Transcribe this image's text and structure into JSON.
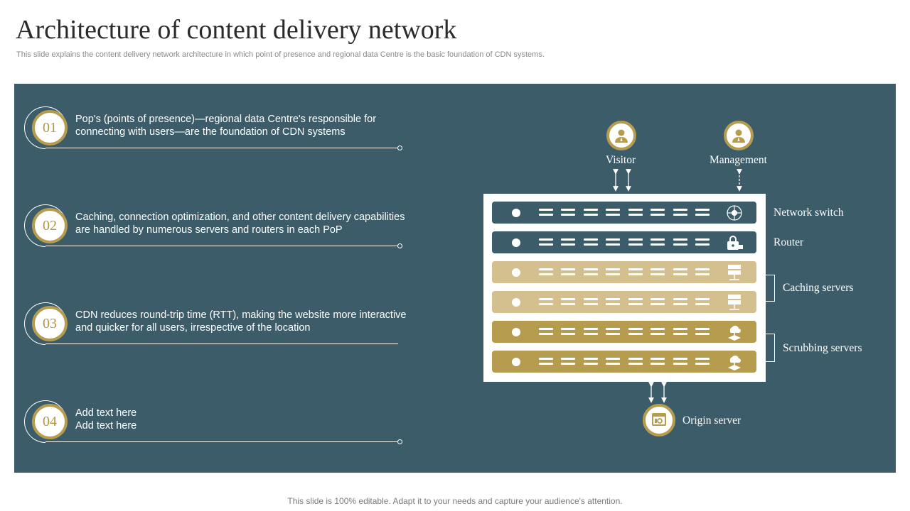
{
  "slide": {
    "title": "Architecture of content delivery network",
    "subtitle": "This slide explains the content delivery network architecture in which point of presence and regional data Centre is the basic foundation of CDN systems.",
    "footer": "This slide is 100% editable. Adapt it to your needs and capture your audience's attention."
  },
  "steps": [
    {
      "number": "01",
      "text": "Pop's (points of presence)—regional data Centre's responsible for connecting with users—are the foundation of CDN systems"
    },
    {
      "number": "02",
      "text": "Caching, connection optimization, and other content delivery capabilities are handled by numerous servers and routers in each PoP"
    },
    {
      "number": "03",
      "text": "CDN reduces round-trip time (RTT), making the website more interactive and quicker for all users, irrespective of the location"
    },
    {
      "number": "04",
      "text": "Add text here\nAdd text here"
    }
  ],
  "diagram": {
    "visitor_label": "Visitor",
    "management_label": "Management",
    "origin_label": "Origin server",
    "rows": [
      {
        "label": "Network switch",
        "icon": "network-switch-icon",
        "color": "#3b5c68"
      },
      {
        "label": "Router",
        "icon": "router-icon",
        "color": "#3b5c68"
      },
      {
        "label": "",
        "icon": "server-icon",
        "color": "#d4c08e"
      },
      {
        "label": "",
        "icon": "server-icon",
        "color": "#d4c08e"
      },
      {
        "label": "",
        "icon": "cloud-server-icon",
        "color": "#b69c4f"
      },
      {
        "label": "",
        "icon": "cloud-server-icon",
        "color": "#b69c4f"
      }
    ],
    "caching_label": "Caching servers",
    "scrubbing_label": "Scrubbing servers"
  },
  "colors": {
    "panel": "#3b5c68",
    "gold": "#b69c4f",
    "light_gold": "#d4c08e"
  }
}
